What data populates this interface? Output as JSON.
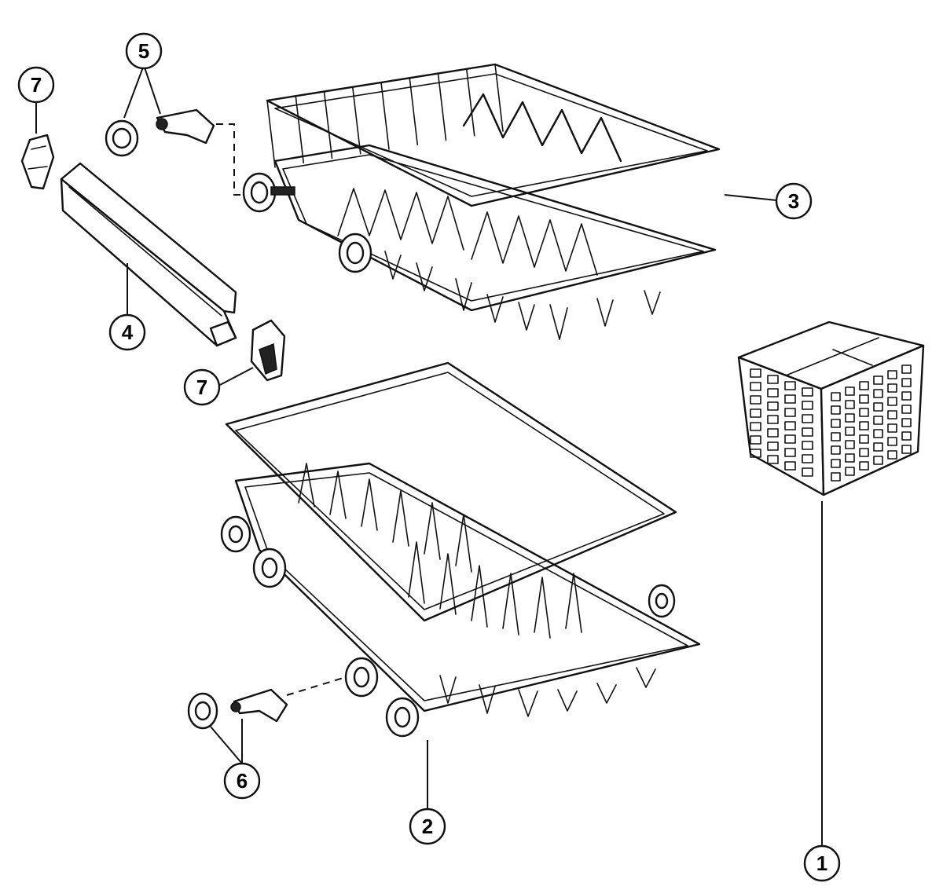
{
  "callouts": {
    "c1": "1",
    "c2": "2",
    "c3": "3",
    "c4": "4",
    "c5": "5",
    "c6": "6",
    "c7a": "7",
    "c7b": "7"
  }
}
